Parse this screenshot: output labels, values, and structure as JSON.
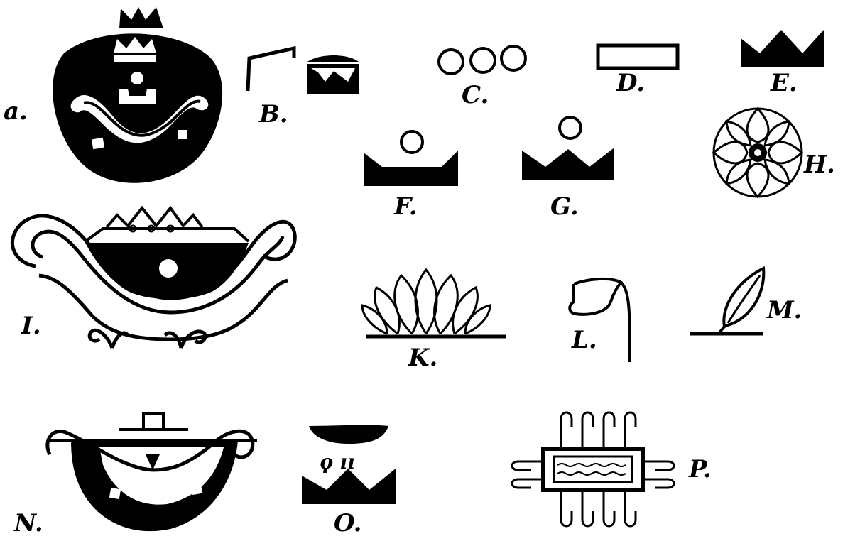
{
  "plate": {
    "labels": {
      "a": "a.",
      "b": "B.",
      "c": "C.",
      "d": "D.",
      "e": "E.",
      "f": "F.",
      "g": "G.",
      "h": "H.",
      "i": "I.",
      "k": "K.",
      "l": "L.",
      "m": "M.",
      "n": "N.",
      "o": "O.",
      "p": "P."
    },
    "glyph_o_marks": "ϙ  ıı"
  },
  "colors": {
    "ink": "#000000",
    "paper": "#ffffff"
  }
}
